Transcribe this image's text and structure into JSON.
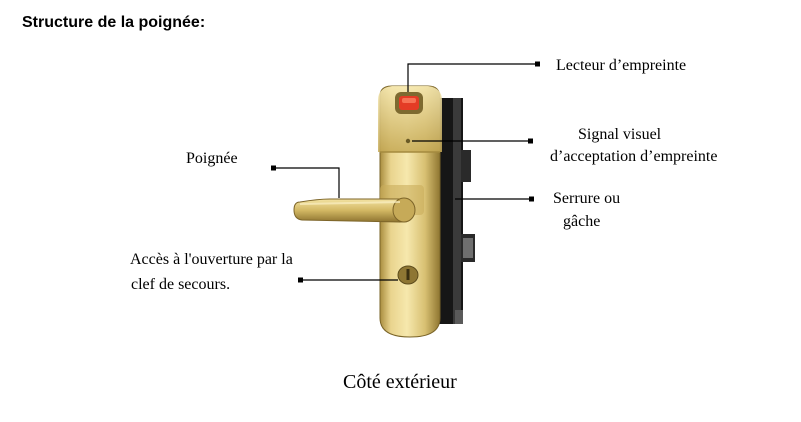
{
  "title": "Structure de la poignée:",
  "labels": {
    "fingerprint_reader": "Lecteur d’empreinte",
    "visual_signal_line1": "Signal visuel",
    "visual_signal_line2": "d’acceptation d’empreinte",
    "handle": "Poignée",
    "lock_line1": "Serrure ou",
    "lock_line2": "gâche",
    "emergency_line1": "Accès à l'ouverture par la",
    "emergency_line2": "clef de secours."
  },
  "caption": "Côté extérieur",
  "colors": {
    "gold_light": "#f4e4a4",
    "gold_mid": "#d7bd6d",
    "gold_dark": "#9c8338",
    "sensor_red": "#e43b25",
    "mortise_dark": "#1a1a1a"
  }
}
